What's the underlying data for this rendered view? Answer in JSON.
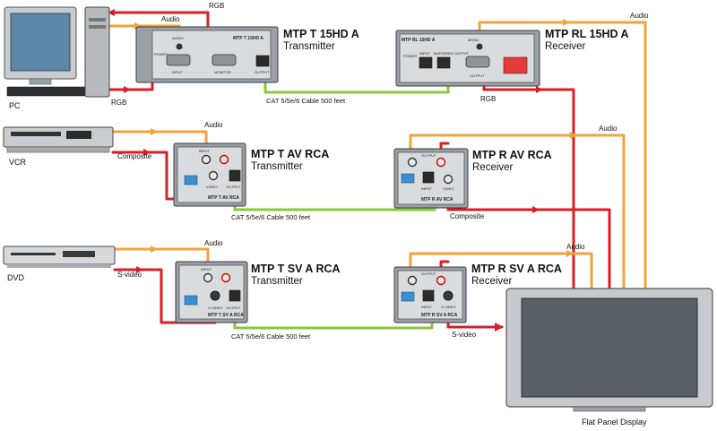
{
  "devices": {
    "pc": "PC",
    "vcr": "VCR",
    "dvd": "DVD",
    "display": "Flat Panel Display"
  },
  "units": {
    "tx_15hd": {
      "title": "MTP T 15HD A",
      "subtitle": "Transmitter",
      "panel": "MTP T 15HD A",
      "input": "INPUT",
      "monitor": "MONITOR",
      "output": "OUTPUT",
      "audio": "AUDIO",
      "power": "POWER"
    },
    "rx_15hd": {
      "title": "MTP RL 15HD A",
      "subtitle": "Receiver",
      "panel": "MTP RL 15HD A",
      "input": "INPUT",
      "buffered": "BUFFERED OUTPUT",
      "output": "OUTPUT",
      "power": "POWER",
      "mono": "MONO"
    },
    "tx_av": {
      "title": "MTP T AV RCA",
      "subtitle": "Transmitter",
      "panel": "MTP T AV RCA",
      "input": "INPUT",
      "video": "VIDEO",
      "output": "OUTPUT"
    },
    "rx_av": {
      "title": "MTP R AV RCA",
      "subtitle": "Receiver",
      "panel": "MTP R AV RCA",
      "output": "OUTPUT",
      "input": "INPUT",
      "video": "VIDEO"
    },
    "tx_sv": {
      "title": "MTP T SV A RCA",
      "subtitle": "Transmitter",
      "panel": "MTP T SV A RCA",
      "input": "INPUT",
      "svideo": "S-VIDEO",
      "output": "OUTPUT"
    },
    "rx_sv": {
      "title": "MTP R SV A RCA",
      "subtitle": "Receiver",
      "panel": "MTP R SV A RCA",
      "output": "OUTPUT",
      "input": "INPUT",
      "svideo": "S-VIDEO"
    }
  },
  "signals": {
    "rgb": "RGB",
    "audio": "Audio",
    "composite": "Composite",
    "svideo": "S-video"
  },
  "cables": {
    "row1": "CAT 5/5e/6 Cable 500 feet",
    "row2": "CAT 5/5e/6 Cable 500 feet",
    "row3": "CAT 5/5e/6 Cable 500 feet"
  },
  "colors": {
    "video": "#d42026",
    "audio": "#f2a33a",
    "cat": "#8cc63f",
    "unit_body": "#9aa0a6"
  }
}
